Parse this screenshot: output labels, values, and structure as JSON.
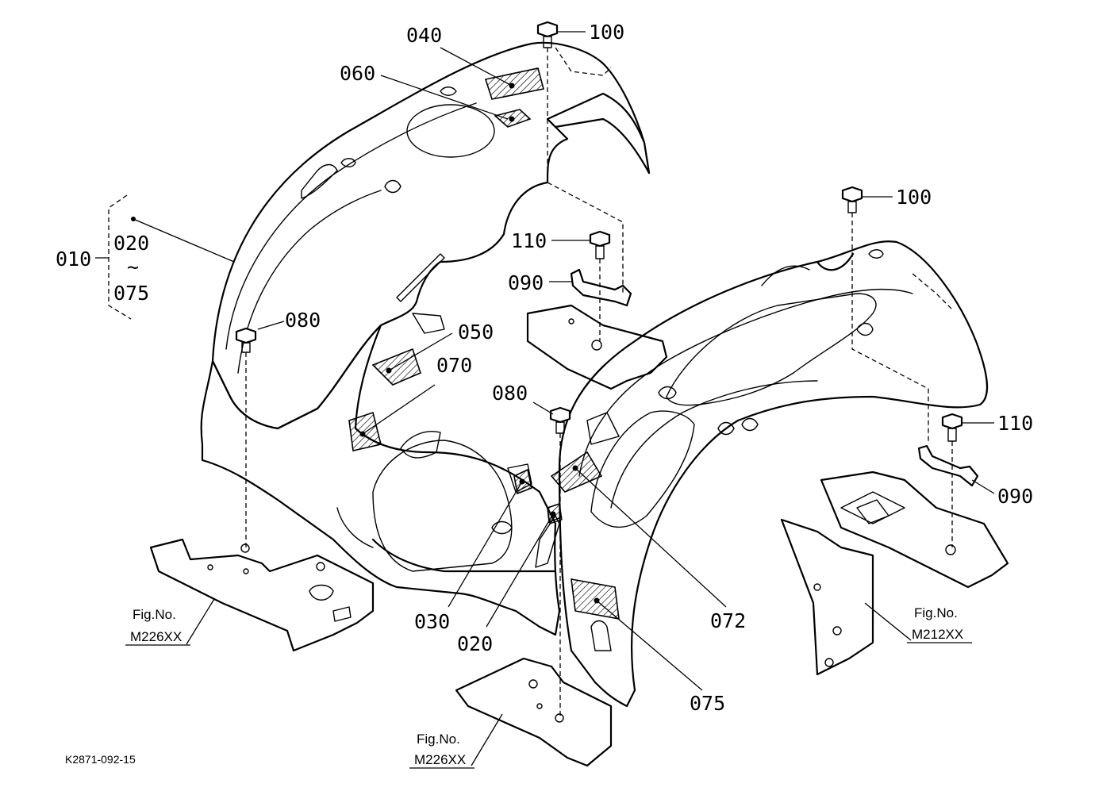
{
  "part_labels": {
    "p010": "010",
    "p020_range": "020",
    "tilde": "~",
    "p075_range": "075",
    "p020": "020",
    "p030": "030",
    "p040": "040",
    "p050": "050",
    "p060": "060",
    "p070": "070",
    "p072": "072",
    "p075": "075",
    "p080_left": "080",
    "p080_center": "080",
    "p090_center": "090",
    "p090_right": "090",
    "p100_top": "100",
    "p100_right": "100",
    "p110_center": "110",
    "p110_right": "110"
  },
  "figure_refs": {
    "left": {
      "caption": "Fig.No.",
      "number": "M226XX"
    },
    "bottom": {
      "caption": "Fig.No.",
      "number": "M226XX"
    },
    "right": {
      "caption": "Fig.No.",
      "number": "M212XX"
    }
  },
  "drawing_code": "K2871-092-15"
}
